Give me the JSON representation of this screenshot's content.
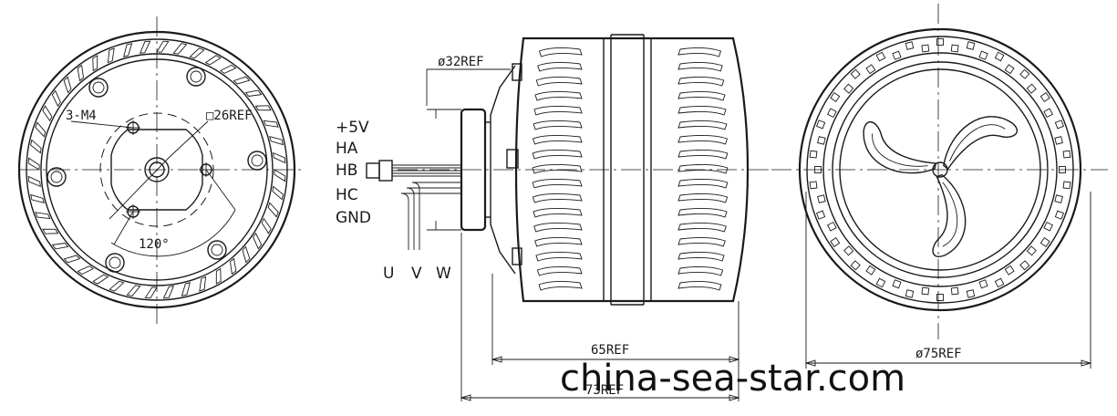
{
  "views": {
    "front": {
      "holes_label": "3-M4",
      "square_label": "□26REF",
      "angle_label": "120°"
    },
    "side": {
      "shaft_dia_label": "ø32REF",
      "wire_labels": [
        "+5V",
        "HA",
        "HB",
        "HC",
        "GND"
      ],
      "phase_labels": [
        "U",
        "V",
        "W"
      ],
      "body_length_label": "65REF",
      "total_length_label": "73REF"
    },
    "rear": {
      "diameter_label": "ø75REF"
    }
  },
  "watermark": "china-sea-star.com"
}
